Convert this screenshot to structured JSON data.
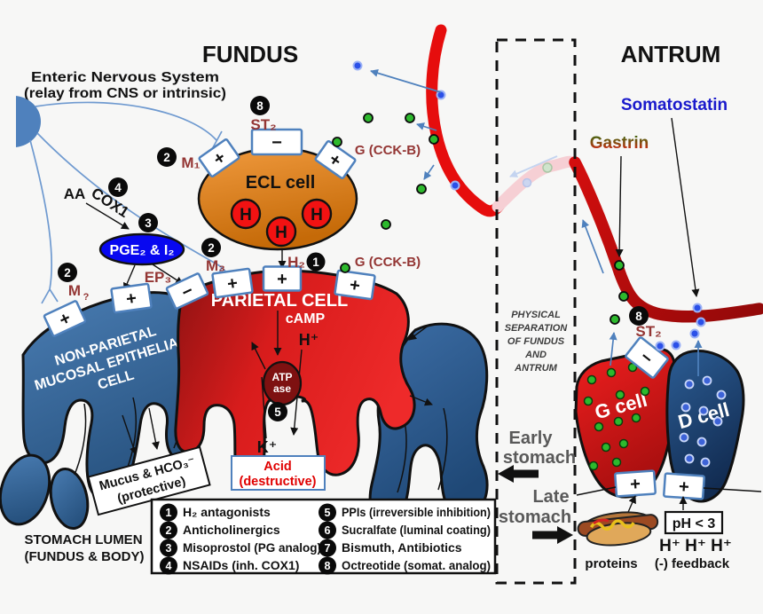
{
  "colors": {
    "accent_blue": "#4f81bd",
    "label_dark_red": "#943634",
    "vessel_red": "#e60d0d",
    "vessel_dark_red": "#930909",
    "ecl_orange": "#e0851f",
    "parietal_red": "#d01818",
    "cell_blue": "#2f5f96",
    "d_cell_navy": "#1f3a66",
    "g_cell_red": "#d41414",
    "pge_blue": "#0808f0",
    "somatostatin_blue": "#1a1acc",
    "gastrin_green": "#336b10",
    "gray_text": "#595959"
  },
  "titles": {
    "fundus": "FUNDUS",
    "antrum": "ANTRUM"
  },
  "ens": {
    "line1": "Enteric Nervous System",
    "line2": "(relay from CNS or intrinsic)"
  },
  "badges": {
    "n1": "1",
    "n2": "2",
    "n3": "3",
    "n4": "4",
    "n5": "5",
    "n6": "6",
    "n7": "7",
    "n8": "8"
  },
  "labels": {
    "aa": "AA",
    "cox1": "COX1",
    "pge": "PGE₂ & I₂",
    "ep3": "EP₃",
    "m1": "M₁",
    "m3": "M₃",
    "mq_base": "M",
    "mq_sub": "?",
    "st2": "ST₂",
    "h2": "H₂",
    "gckb": "G (CCK-B)",
    "camp": "cAMP",
    "h_plus": "H⁺",
    "k_plus": "K⁺",
    "atp_line1": "ATP",
    "atp_line2": "ase",
    "h_granule": "H"
  },
  "cells": {
    "ecl": "ECL cell",
    "parietal": "PARIETAL CELL",
    "nonparietal_line1": "NON-PARIETAL",
    "nonparietal_line2": "MUCOSAL EPITHELIAL",
    "nonparietal_line3": "CELL",
    "g_cell": "G cell",
    "d_cell": "D cell"
  },
  "boxes": {
    "acid_line1": "Acid",
    "acid_line2": "(destructive)",
    "mucus_line1": "Mucus & HCO₃⁻",
    "mucus_line2": "(protective)",
    "ph": "pH < 3"
  },
  "lumen": {
    "line1": "STOMACH LUMEN",
    "line2": "(FUNDUS & BODY)"
  },
  "separation": {
    "lines": [
      "PHYSICAL",
      "SEPARATION",
      "OF FUNDUS",
      "AND",
      "ANTRUM"
    ]
  },
  "stages": {
    "early_line1": "Early",
    "early_line2": "stomach",
    "late_line1": "Late",
    "late_line2": "stomach"
  },
  "hormones": {
    "somatostatin": "Somatostatin",
    "gastrin": "Gastrin"
  },
  "antrum_bottom": {
    "proteins": "proteins",
    "hhh": "H⁺ H⁺ H⁺",
    "feedback": "(-) feedback"
  },
  "receptors": {
    "plus": "+",
    "minus": "−"
  },
  "legend": {
    "items": [
      {
        "num": "1",
        "label": "H₂ antagonists"
      },
      {
        "num": "2",
        "label": "Anticholinergics"
      },
      {
        "num": "3",
        "label": "Misoprostol (PG analog)"
      },
      {
        "num": "4",
        "label": "NSAIDs (inh. COX1)"
      },
      {
        "num": "5",
        "label": "PPIs (irreversible inhibition)"
      },
      {
        "num": "6",
        "label": "Sucralfate (luminal coating)"
      },
      {
        "num": "7",
        "label": "Bismuth, Antibiotics"
      },
      {
        "num": "8",
        "label": "Octreotide (somat. analog)"
      }
    ]
  }
}
